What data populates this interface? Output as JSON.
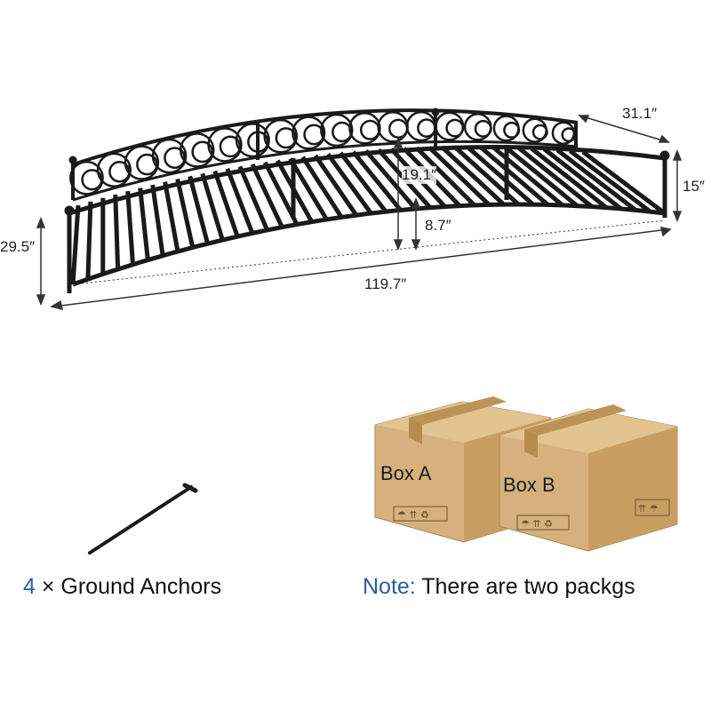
{
  "dimensions": {
    "width": "31.1″",
    "height": "15″",
    "side_height": "29.5″",
    "rail_height": "19.1″",
    "clearance": "8.7″",
    "length": "119.7″"
  },
  "anchors": {
    "quantity": "4",
    "label": "× Ground Anchors"
  },
  "boxes": {
    "box_a": "Box A",
    "box_b": "Box B"
  },
  "note": {
    "label": "Note:",
    "text": " There are two packgs"
  },
  "colors": {
    "accent": "#2b5e9e",
    "cardboard": "#d6b17d",
    "metal": "#1a1a1a"
  }
}
